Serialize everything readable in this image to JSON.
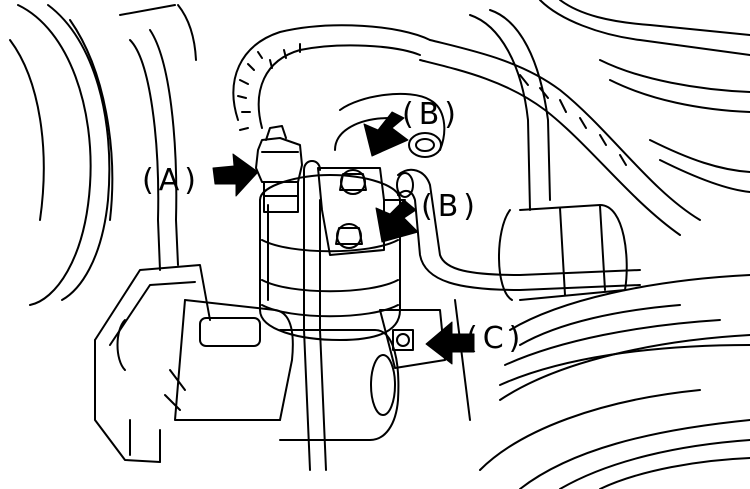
{
  "callouts": {
    "a": "(A)",
    "b1": "(B)",
    "b2": "(B)",
    "c": "(C)"
  },
  "colors": {
    "ink": "#000000",
    "paper": "#ffffff"
  }
}
